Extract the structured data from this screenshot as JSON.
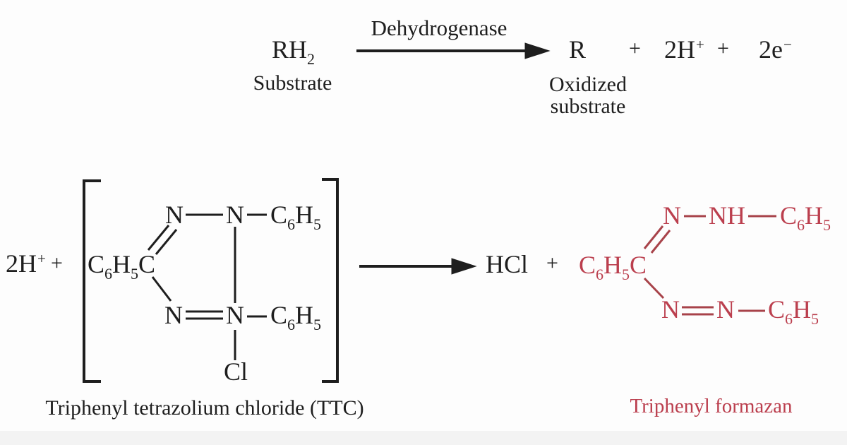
{
  "colors": {
    "ink": "#1e1e1e",
    "formazan_red_text": "#bb3f4e",
    "formazan_red_bond": "#a8434a",
    "background": "#fdfdfd",
    "bottom_strip": "#f3f3f3"
  },
  "tokens": {
    "C": "C",
    "H": "H",
    "N": "N",
    "NH": "NH",
    "Cl": "Cl",
    "HCl": "HCl",
    "R": "R",
    "RH": "RH",
    "two_h": "2H",
    "two_e": "2e",
    "sub2": "2",
    "sub6": "6",
    "sub5": "5",
    "plus": "+",
    "sup_plus": "+",
    "sup_minus": "−"
  },
  "top_reaction": {
    "enzyme": "Dehydrogenase",
    "substrate_label": "Substrate",
    "oxidized_label_line1": "Oxidized",
    "oxidized_label_line2": "substrate"
  },
  "bottom_reaction": {
    "ttc_label": "Triphenyl tetrazolium chloride (TTC)",
    "formazan_label": "Triphenyl formazan"
  }
}
